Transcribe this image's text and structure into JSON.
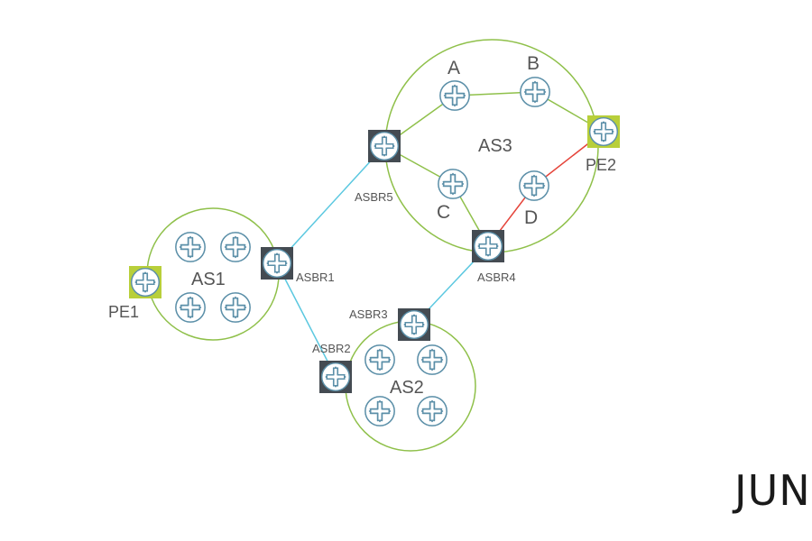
{
  "diagram": {
    "as_labels": {
      "as1": "AS1",
      "as2": "AS2",
      "as3": "AS3"
    },
    "routers": {
      "a": "A",
      "b": "B",
      "c": "C",
      "d": "D"
    },
    "asbrs": {
      "asbr1": "ASBR1",
      "asbr2": "ASBR2",
      "asbr3": "ASBR3",
      "asbr4": "ASBR4",
      "asbr5": "ASBR5"
    },
    "pes": {
      "pe1": "PE1",
      "pe2": "PE2"
    },
    "colors": {
      "as_boundary": "#8fc04a",
      "intra_link": "#8fc04a",
      "inter_as_link": "#5bc8e0",
      "highlight_link": "#e5443a",
      "router_stroke": "#5b8fa8",
      "asbr_box": "#444b52",
      "pe_box": "#b8cf3a"
    }
  },
  "branding": {
    "logo_text": "JUNI"
  }
}
